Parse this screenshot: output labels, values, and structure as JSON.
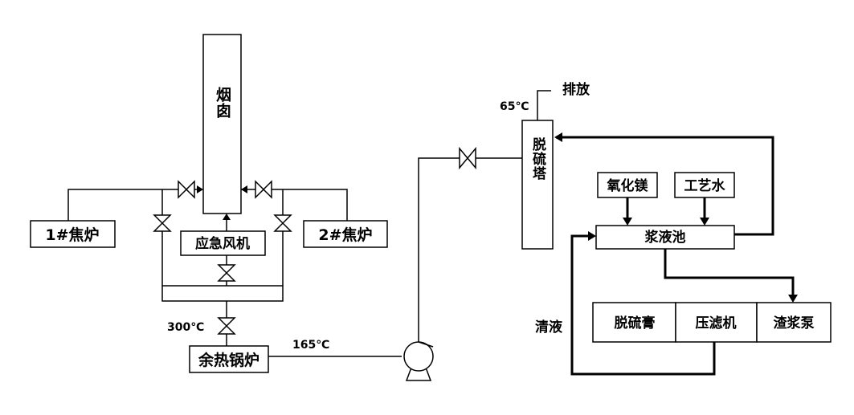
{
  "nodes": {
    "chimney": "烟囱",
    "coke_oven_1": "1#焦炉",
    "coke_oven_2": "2#焦炉",
    "emergency_fan": "应急风机",
    "waste_heat_boiler": "余热锅炉",
    "desulfurization_tower": "脱硫塔",
    "magnesium_oxide": "氧化镁",
    "process_water": "工艺水",
    "slurry_tank": "浆液池",
    "desulfurization_paste": "脱硫膏",
    "filter_press": "压滤机",
    "slag_pump": "渣浆泵"
  },
  "labels": {
    "discharge": "排放",
    "clear_liquid": "清液"
  },
  "temperatures": {
    "tower_top": "65℃",
    "boiler_inlet": "300℃",
    "boiler_outlet": "165℃"
  }
}
